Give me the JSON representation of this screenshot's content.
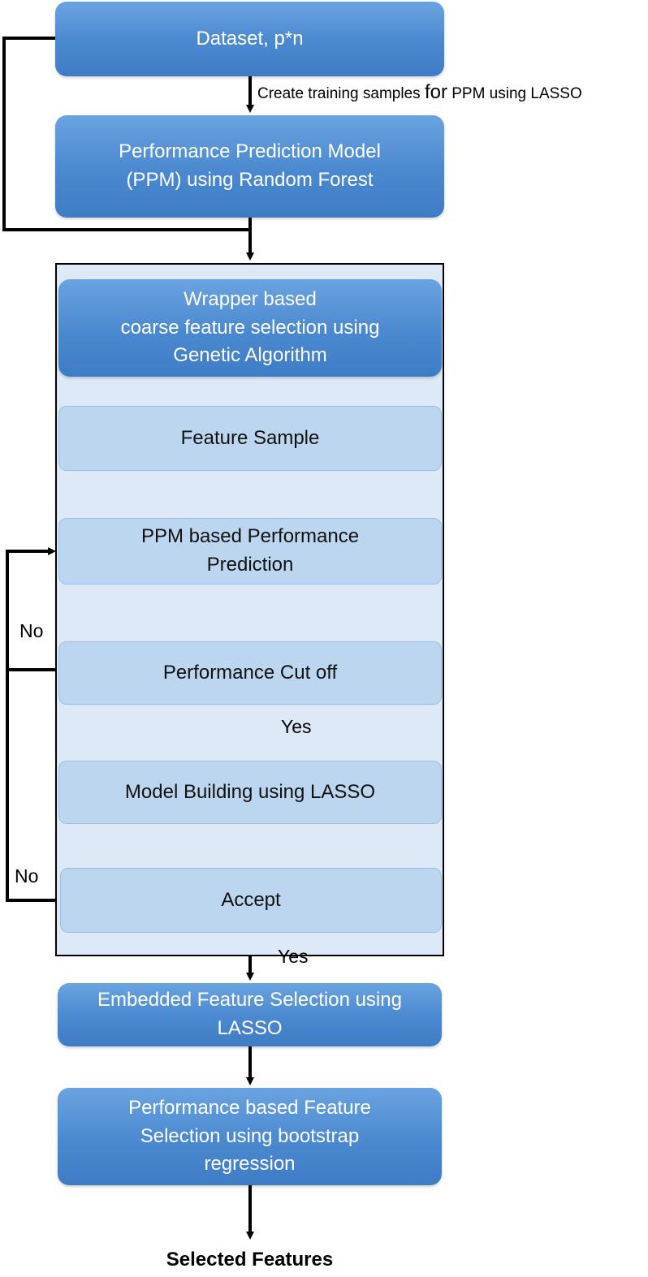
{
  "boxes": {
    "dataset": "Dataset, p*n",
    "ppm_rf": [
      "Performance Prediction Model",
      "(PPM) using Random Forest"
    ],
    "ga": [
      "Wrapper based",
      "coarse feature selection using",
      "Genetic Algorithm"
    ],
    "feature_sample": "Feature Sample",
    "ppm_prediction": [
      "PPM based Performance",
      "Prediction"
    ],
    "cutoff": "Performance Cut off",
    "model_lasso": "Model Building using LASSO",
    "accept": "Accept",
    "embedded": [
      "Embedded Feature Selection using",
      "LASSO"
    ],
    "bootstrap": [
      "Performance based Feature",
      "Selection using bootstrap",
      "regression"
    ]
  },
  "labels": {
    "training_prefix": "Create training samples ",
    "training_for": "for",
    "training_suffix": " PPM using LASSO",
    "no_1": "No",
    "no_2": "No",
    "yes_1": "Yes",
    "yes_2": "Yes",
    "final": "Selected Features"
  },
  "colors": {
    "dark_box": "#4a88cf",
    "light_box": "#bcd6ef",
    "container": "#dde9f6",
    "line": "#000000"
  }
}
